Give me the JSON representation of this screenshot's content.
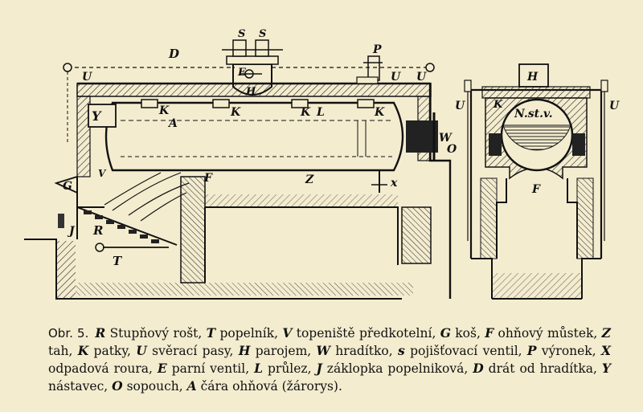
{
  "figure": {
    "labels": {
      "D": "D",
      "U": "U",
      "P": "P",
      "S1": "S",
      "S2": "S",
      "E": "E",
      "H": "H",
      "Y": "Y",
      "K": "K",
      "A": "A",
      "L": "L",
      "W": "W",
      "O": "O",
      "V": "V",
      "G": "G",
      "F": "F",
      "Z": "Z",
      "X": "x",
      "R": "R",
      "J": "J",
      "T": "T",
      "NSTV": "N.st.v."
    }
  },
  "caption": {
    "prefix": "Obr. 5.",
    "segments": [
      {
        "t": "R",
        "i": true
      },
      {
        "t": " Stupňový rošt, ",
        "i": false
      },
      {
        "t": "T",
        "i": true
      },
      {
        "t": " popelník, ",
        "i": false
      },
      {
        "t": "V",
        "i": true
      },
      {
        "t": " topeniště předkotelní, ",
        "i": false
      },
      {
        "t": "G",
        "i": true
      },
      {
        "t": " koš, ",
        "i": false
      },
      {
        "t": "F",
        "i": true
      },
      {
        "t": " ohňový můstek, ",
        "i": false
      },
      {
        "t": "Z",
        "i": true
      },
      {
        "t": " tah, ",
        "i": false
      },
      {
        "t": "K",
        "i": true
      },
      {
        "t": " patky, ",
        "i": false
      },
      {
        "t": "U",
        "i": true
      },
      {
        "t": " svěrací pasy, ",
        "i": false
      },
      {
        "t": "H",
        "i": true
      },
      {
        "t": " parojem, ",
        "i": false
      },
      {
        "t": "W",
        "i": true
      },
      {
        "t": " hradítko, ",
        "i": false
      },
      {
        "t": "s",
        "i": true
      },
      {
        "t": " pojišťovací ventil, ",
        "i": false
      },
      {
        "t": "P",
        "i": true
      },
      {
        "t": " výronek, ",
        "i": false
      },
      {
        "t": "X",
        "i": true
      },
      {
        "t": " odpadová roura, ",
        "i": false
      },
      {
        "t": "E",
        "i": true
      },
      {
        "t": " parní ventil, ",
        "i": false
      },
      {
        "t": "L",
        "i": true
      },
      {
        "t": " průlez, ",
        "i": false
      },
      {
        "t": "J",
        "i": true
      },
      {
        "t": " záklopka popelniková, ",
        "i": false
      },
      {
        "t": "D",
        "i": true
      },
      {
        "t": " drát od hradítka, ",
        "i": false
      },
      {
        "t": "Y",
        "i": true
      },
      {
        "t": " nástavec, ",
        "i": false
      },
      {
        "t": "O",
        "i": true
      },
      {
        "t": " sopouch, ",
        "i": false
      },
      {
        "t": "A",
        "i": true
      },
      {
        "t": " čára ohňová (žárorys).",
        "i": false
      }
    ]
  }
}
